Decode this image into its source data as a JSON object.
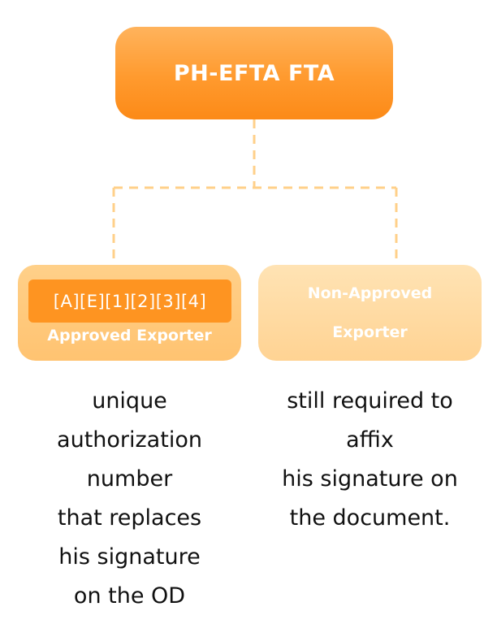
{
  "top": {
    "title": "PH-EFTA FTA"
  },
  "left": {
    "code": "[A][E][1][2][3][4]",
    "label": "Approved Exporter",
    "description": [
      "unique",
      "authorization",
      "number",
      "that replaces",
      "his signature",
      "on the OD"
    ]
  },
  "right": {
    "label_lines": [
      "Non-Approved",
      "Exporter"
    ],
    "description": [
      "still required to",
      "affix",
      "his signature on",
      "the document."
    ]
  },
  "colors": {
    "top_box": "#fc8a17",
    "code_bar": "#fe9421",
    "left_box": "#ffc371",
    "right_box": "#ffd393",
    "connector": "#ffd08a"
  }
}
